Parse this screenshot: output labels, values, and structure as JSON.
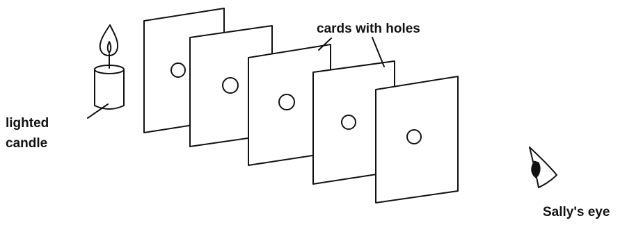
{
  "labels": {
    "cards": "cards with holes",
    "candle_line1": "lighted",
    "candle_line2": "candle",
    "eye": "Sally's eye"
  },
  "colors": {
    "stroke": "#111111",
    "background": "#ffffff"
  },
  "icons": {
    "candle": "candle-icon",
    "eye": "eye-icon"
  }
}
